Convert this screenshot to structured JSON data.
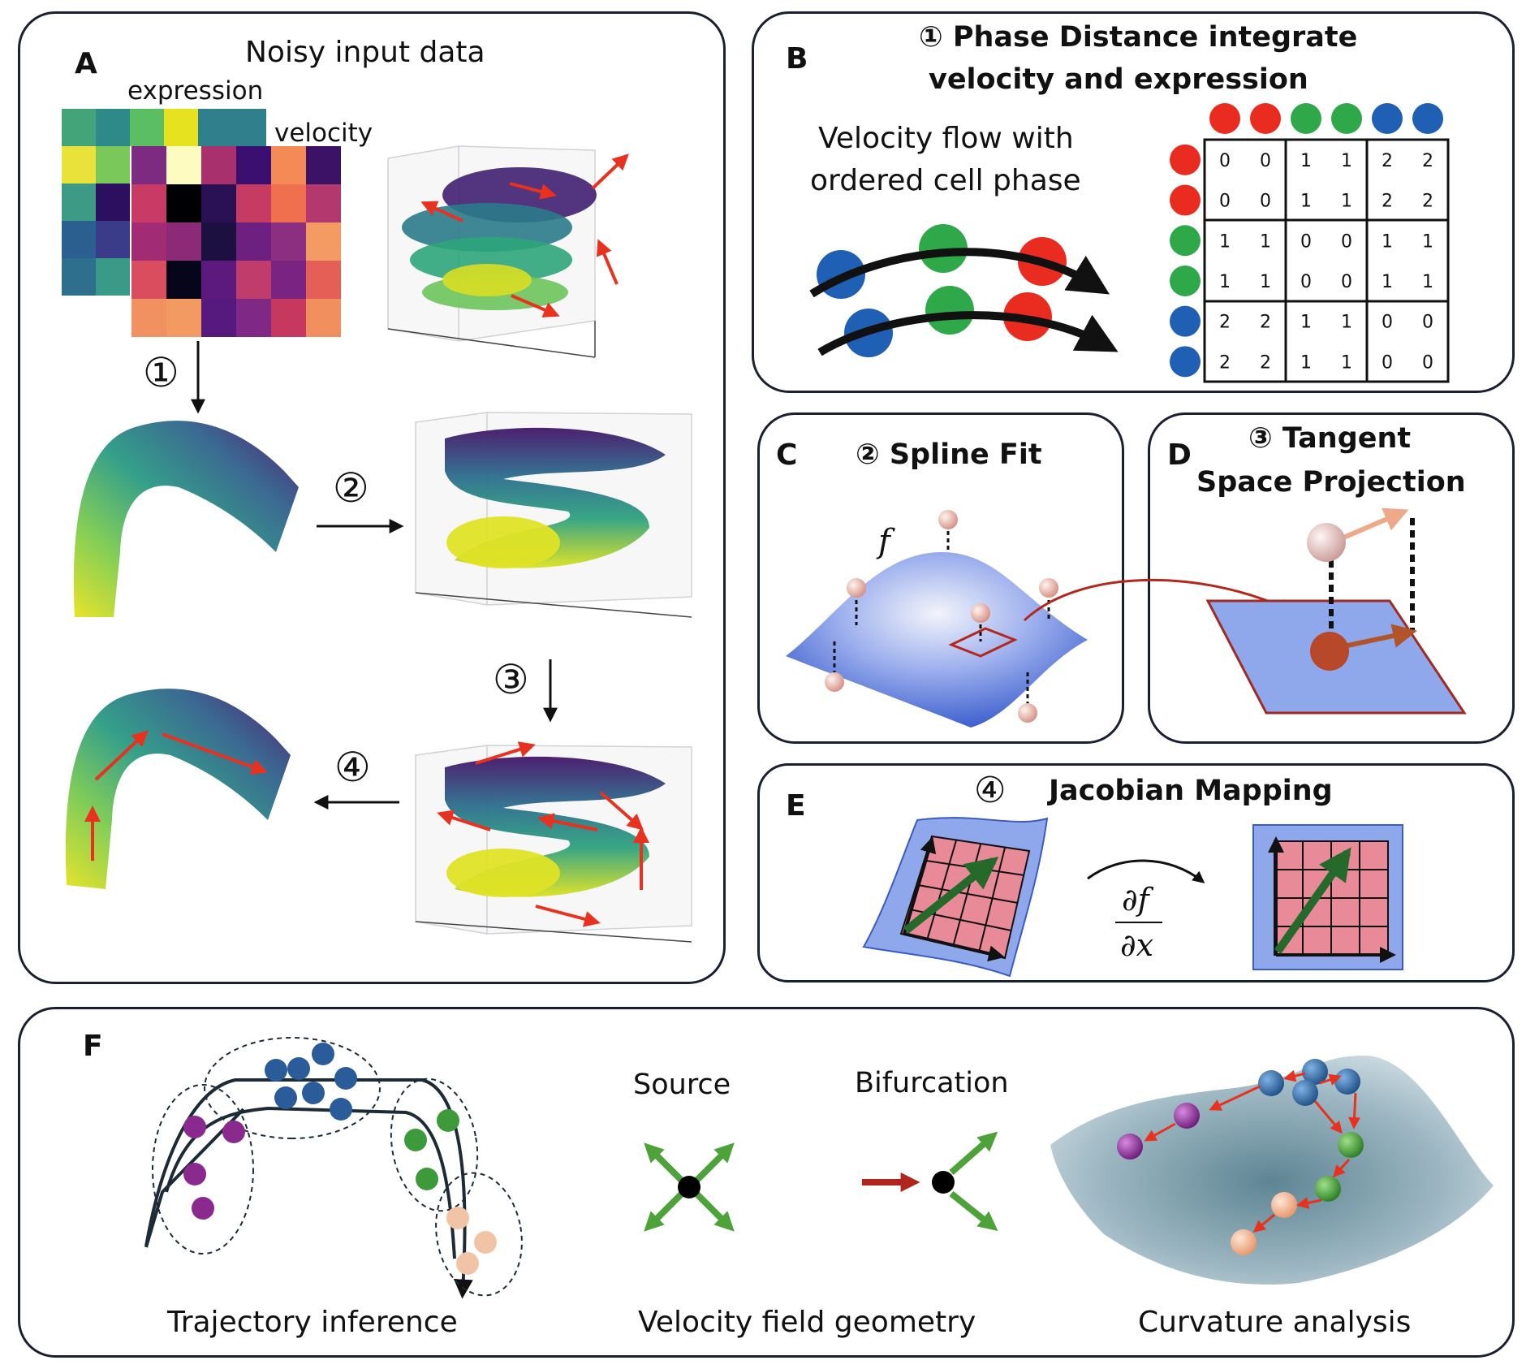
{
  "panels": {
    "A": {
      "label": "A",
      "title": "Noisy input data",
      "expression_label": "expression",
      "velocity_label": "velocity",
      "step1": "①",
      "step2": "②",
      "step3": "③",
      "step4": "④",
      "expression_colors": [
        [
          "#43a47a",
          "#2e8a89",
          "#5bbe63",
          "#e7e21f",
          "#2f7f8c",
          "#2f7f8c"
        ],
        [
          "#e9e23a",
          "#7bc85a",
          "#2f7f8c",
          "#2f7f8c",
          "#2f7f8c",
          "#2f7f8c"
        ],
        [
          "#3d9a85",
          "#2c0f5f",
          "#2f7f8c",
          "#2f7f8c",
          "#2f7f8c",
          "#2f7f8c"
        ],
        [
          "#2b5f8f",
          "#3a3c8a",
          "#2f7f8c",
          "#2f7f8c",
          "#2f7f8c",
          "#2f7f8c"
        ],
        [
          "#2f6f8e",
          "#3a9a88",
          "#2f7f8c",
          "#2f7f8c",
          "#2f7f8c",
          "#2f7f8c"
        ]
      ],
      "velocity_colors": [
        [
          "#7d2b80",
          "#fdfbbf",
          "#a7306d",
          "#3b0f70",
          "#f48a55",
          "#3c1266"
        ],
        [
          "#c83b64",
          "#000004",
          "#2a1156",
          "#c63b62",
          "#ef6f4f",
          "#b2386d"
        ],
        [
          "#a22c73",
          "#8c2a78",
          "#1c1040",
          "#6e2080",
          "#8c2f80",
          "#f49b63"
        ],
        [
          "#d94d5e",
          "#06051a",
          "#5d1a7e",
          "#c03c6a",
          "#7b2382",
          "#e65f56"
        ],
        [
          "#f0915f",
          "#f39a62",
          "#561a7e",
          "#802886",
          "#c7385f",
          "#f18f5e"
        ]
      ]
    },
    "B": {
      "label": "B",
      "title_line1": "① Phase Distance integrate",
      "title_line2": "velocity and expression",
      "flow_line1": "Velocity flow with",
      "flow_line2": "ordered cell phase",
      "matrix": [
        [
          "0",
          "0",
          "1",
          "1",
          "2",
          "2"
        ],
        [
          "0",
          "0",
          "1",
          "1",
          "2",
          "2"
        ],
        [
          "1",
          "1",
          "0",
          "0",
          "1",
          "1"
        ],
        [
          "1",
          "1",
          "0",
          "0",
          "1",
          "1"
        ],
        [
          "2",
          "2",
          "1",
          "1",
          "0",
          "0"
        ],
        [
          "2",
          "2",
          "1",
          "1",
          "0",
          "0"
        ]
      ],
      "phase_colors": [
        "#ea2c20",
        "#ea2c20",
        "#2fa84a",
        "#2fa84a",
        "#1f5fb4",
        "#1f5fb4"
      ]
    },
    "C": {
      "label": "C",
      "title": "② Spline Fit",
      "func": "f"
    },
    "D": {
      "label": "D",
      "title_line1": "③ Tangent",
      "title_line2": "Space Projection"
    },
    "E": {
      "label": "E",
      "title": "④",
      "title_text": "Jacobian Mapping",
      "deriv_num": "∂f",
      "deriv_den": "∂x"
    },
    "F": {
      "label": "F",
      "source": "Source",
      "bifurcation": "Bifurcation",
      "caption1": "Trajectory inference",
      "caption2": "Velocity field geometry",
      "caption3": "Curvature analysis"
    }
  },
  "colors": {
    "border": "#1b2030",
    "arrow_red": "#e8311f",
    "plane_blue": "#8fa8ec",
    "grid_pink": "#e88a98",
    "dark_green": "#256a2a",
    "source_green": "#4ea23a",
    "bifurcation_red": "#b0251d",
    "blue_cell": "#2a5c9a",
    "purple_cell": "#8a2a8e",
    "green_cell": "#3d9a3a",
    "peach_cell": "#f2c4a6"
  }
}
